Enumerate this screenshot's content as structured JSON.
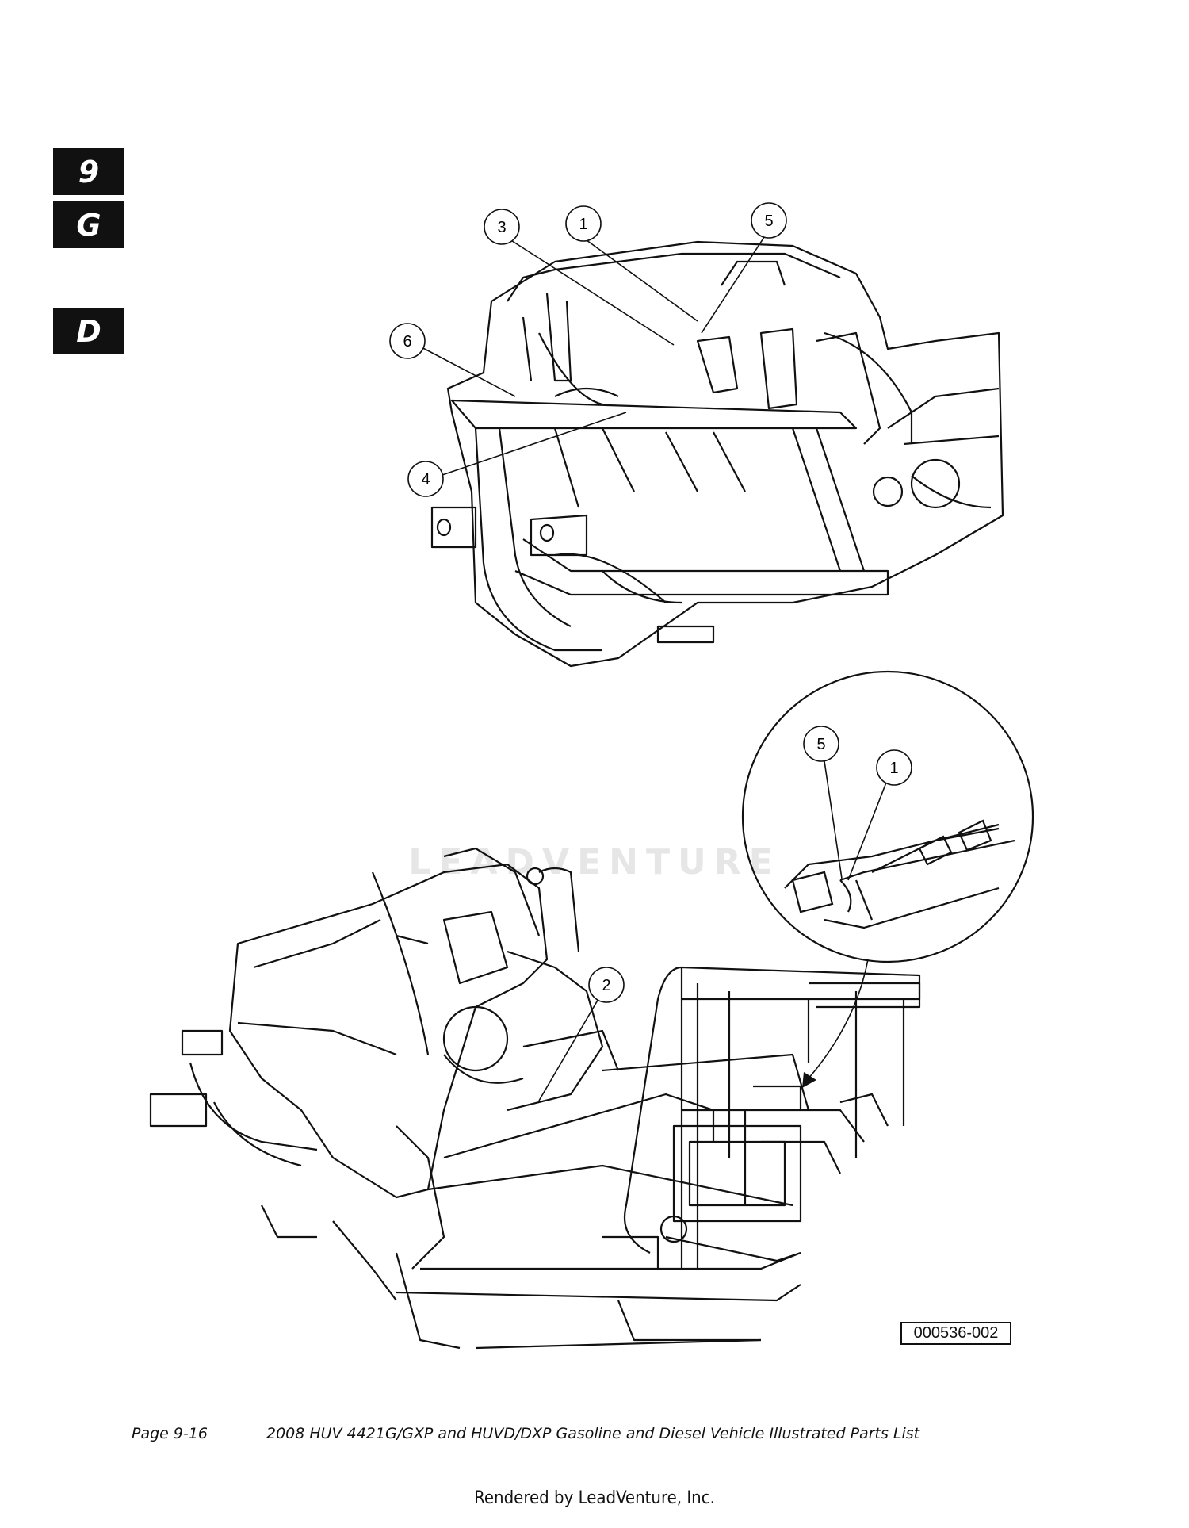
{
  "tabs": [
    "9",
    "G",
    "D"
  ],
  "callouts": {
    "upper": [
      "3",
      "1",
      "5",
      "6",
      "4"
    ],
    "detail": [
      "5",
      "1"
    ],
    "lower": [
      "2"
    ]
  },
  "figure_code": "000536-002",
  "watermark_text": "LEADVENTURE",
  "footer": {
    "page": "Page 9-16",
    "title": "2008 HUV 4421G/GXP and HUVD/DXP Gasoline and Diesel Vehicle Illustrated Parts List",
    "rendered_by": "Rendered by LeadVenture, Inc."
  }
}
